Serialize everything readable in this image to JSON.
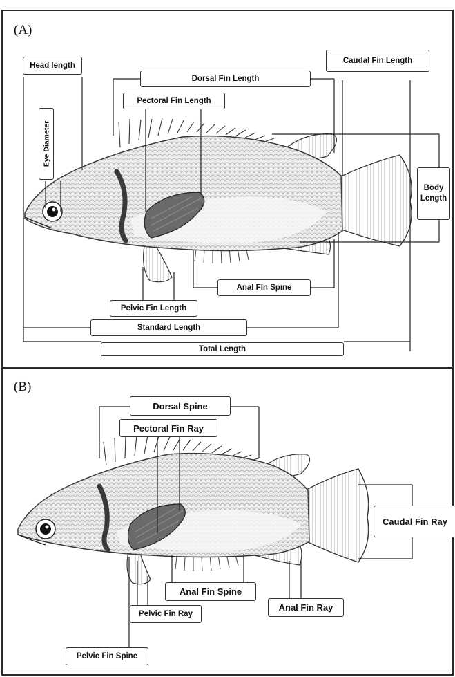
{
  "panel_a": {
    "letter": "(A)",
    "labels": {
      "head_length": "Head length",
      "eye_diameter": "Eye Diameter",
      "dorsal_fin_length": "Dorsal Fin Length",
      "pectoral_fin_length": "Pectoral Fin Length",
      "caudal_fin_length": "Caudal Fin Length",
      "body_length_1": "Body",
      "body_length_2": "Length",
      "anal_fin_spine": "Anal FIn Spine",
      "pelvic_fin_length": "Pelvic Fin Length",
      "standard_length": "Standard Length",
      "total_length": "Total Length"
    }
  },
  "panel_b": {
    "letter": "(B)",
    "labels": {
      "dorsal_spine": "Dorsal Spine",
      "pectoral_fin_ray": "Pectoral Fin Ray",
      "caudal_fin_ray": "Caudal Fin Ray",
      "anal_fin_spine": "Anal Fin Spine",
      "anal_fin_ray": "Anal Fin Ray",
      "pelvic_fin_ray": "Pelvic Fin Ray",
      "pelvic_fin_spine": "Pelvic Fin Spine"
    }
  },
  "colors": {
    "line": "#222222",
    "fish_fill": "#e9e9e9",
    "fish_dark": "#5a5a5a"
  }
}
